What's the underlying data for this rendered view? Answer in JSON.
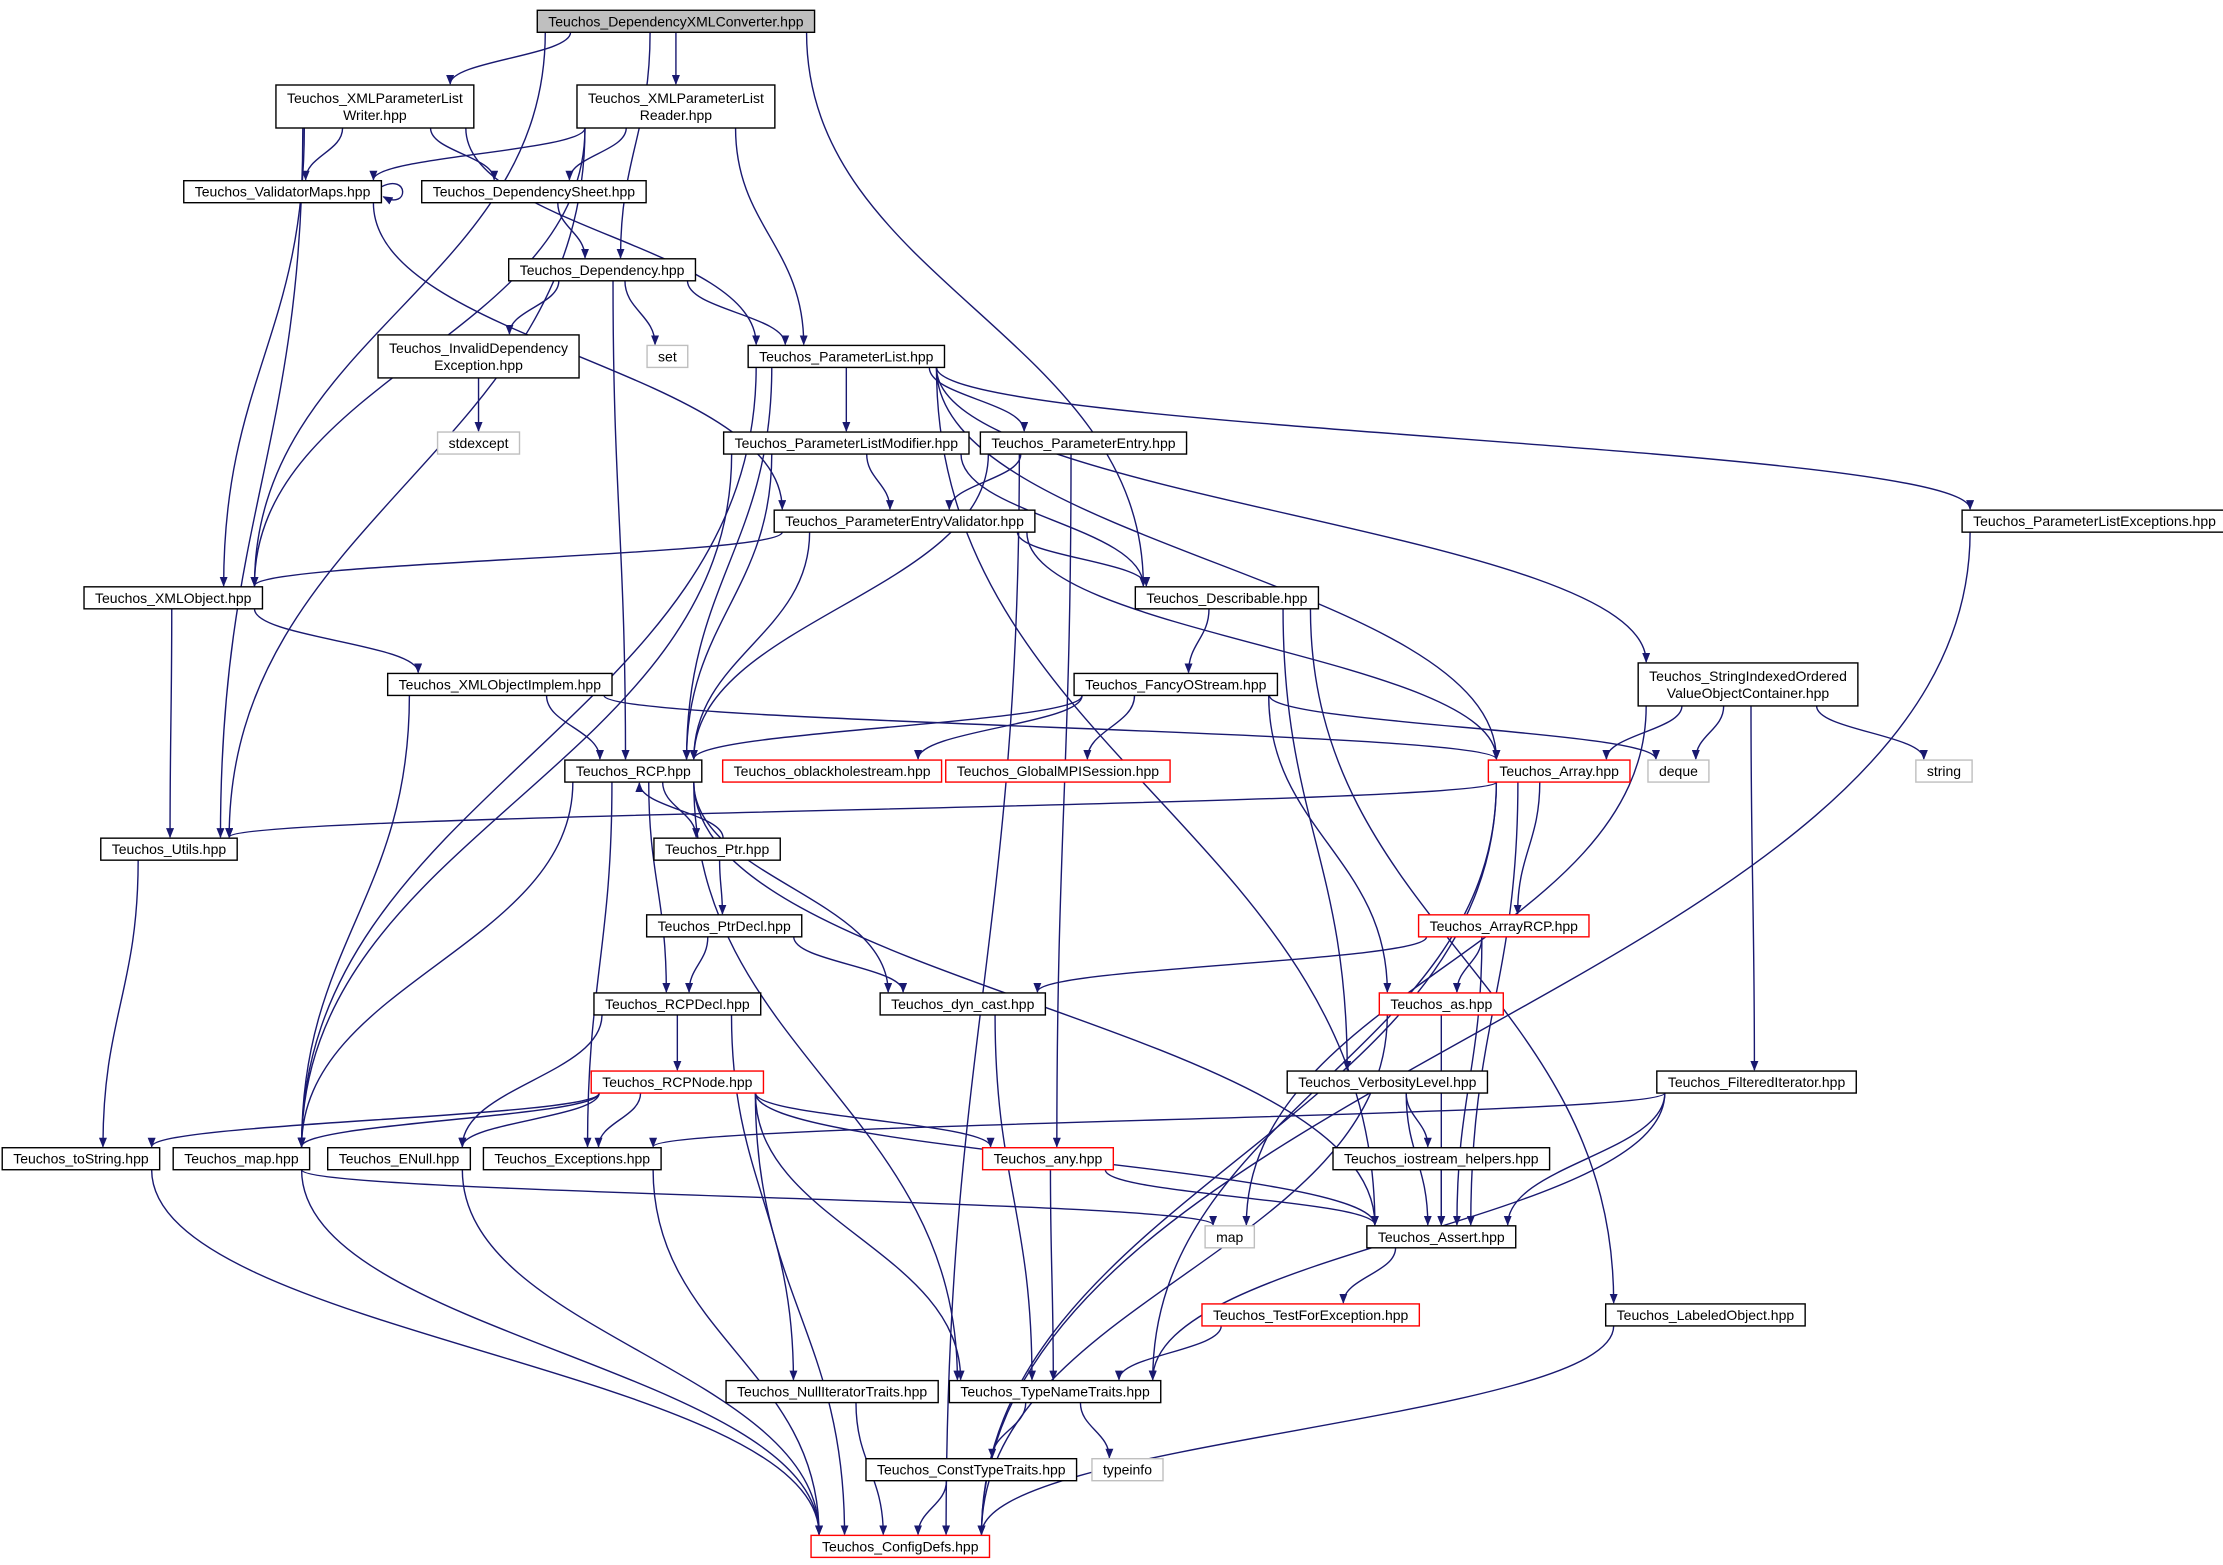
{
  "colors": {
    "edge": "#191970",
    "box_normal": "#000000",
    "box_truncated": "#ff0000",
    "box_external": "#bfbfbf",
    "root_fill": "#bfbfbf",
    "background": "#ffffff"
  },
  "nodes": [
    {
      "id": "root",
      "label": [
        "Teuchos_DependencyXMLConverter.hpp"
      ],
      "kind": "root"
    },
    {
      "id": "xw",
      "label": [
        "Teuchos_XMLParameterList",
        "Writer.hpp"
      ],
      "kind": "normal"
    },
    {
      "id": "xr",
      "label": [
        "Teuchos_XMLParameterList",
        "Reader.hpp"
      ],
      "kind": "normal"
    },
    {
      "id": "vm",
      "label": [
        "Teuchos_ValidatorMaps.hpp"
      ],
      "kind": "normal"
    },
    {
      "id": "ds",
      "label": [
        "Teuchos_DependencySheet.hpp"
      ],
      "kind": "normal"
    },
    {
      "id": "dep",
      "label": [
        "Teuchos_Dependency.hpp"
      ],
      "kind": "normal"
    },
    {
      "id": "ide",
      "label": [
        "Teuchos_InvalidDependency",
        "Exception.hpp"
      ],
      "kind": "normal"
    },
    {
      "id": "set",
      "label": [
        "set"
      ],
      "kind": "external"
    },
    {
      "id": "stdexc",
      "label": [
        "stdexcept"
      ],
      "kind": "external"
    },
    {
      "id": "pl",
      "label": [
        "Teuchos_ParameterList.hpp"
      ],
      "kind": "normal"
    },
    {
      "id": "plm",
      "label": [
        "Teuchos_ParameterListModifier.hpp"
      ],
      "kind": "normal"
    },
    {
      "id": "pe",
      "label": [
        "Teuchos_ParameterEntry.hpp"
      ],
      "kind": "normal"
    },
    {
      "id": "pev",
      "label": [
        "Teuchos_ParameterEntryValidator.hpp"
      ],
      "kind": "normal"
    },
    {
      "id": "ple",
      "label": [
        "Teuchos_ParameterListExceptions.hpp"
      ],
      "kind": "normal"
    },
    {
      "id": "xo",
      "label": [
        "Teuchos_XMLObject.hpp"
      ],
      "kind": "normal"
    },
    {
      "id": "desc",
      "label": [
        "Teuchos_Describable.hpp"
      ],
      "kind": "normal"
    },
    {
      "id": "xoi",
      "label": [
        "Teuchos_XMLObjectImplem.hpp"
      ],
      "kind": "normal"
    },
    {
      "id": "fos",
      "label": [
        "Teuchos_FancyOStream.hpp"
      ],
      "kind": "normal"
    },
    {
      "id": "sio",
      "label": [
        "Teuchos_StringIndexedOrdered",
        "ValueObjectContainer.hpp"
      ],
      "kind": "normal"
    },
    {
      "id": "rcp",
      "label": [
        "Teuchos_RCP.hpp"
      ],
      "kind": "normal"
    },
    {
      "id": "obh",
      "label": [
        "Teuchos_oblackholestream.hpp"
      ],
      "kind": "truncated"
    },
    {
      "id": "gmpi",
      "label": [
        "Teuchos_GlobalMPISession.hpp"
      ],
      "kind": "truncated"
    },
    {
      "id": "arr",
      "label": [
        "Teuchos_Array.hpp"
      ],
      "kind": "truncated"
    },
    {
      "id": "deque",
      "label": [
        "deque"
      ],
      "kind": "external"
    },
    {
      "id": "string",
      "label": [
        "string"
      ],
      "kind": "external"
    },
    {
      "id": "utils",
      "label": [
        "Teuchos_Utils.hpp"
      ],
      "kind": "normal"
    },
    {
      "id": "ptr",
      "label": [
        "Teuchos_Ptr.hpp"
      ],
      "kind": "normal"
    },
    {
      "id": "ptrd",
      "label": [
        "Teuchos_PtrDecl.hpp"
      ],
      "kind": "normal"
    },
    {
      "id": "arcp",
      "label": [
        "Teuchos_ArrayRCP.hpp"
      ],
      "kind": "truncated"
    },
    {
      "id": "rcpd",
      "label": [
        "Teuchos_RCPDecl.hpp"
      ],
      "kind": "normal"
    },
    {
      "id": "dync",
      "label": [
        "Teuchos_dyn_cast.hpp"
      ],
      "kind": "normal"
    },
    {
      "id": "as",
      "label": [
        "Teuchos_as.hpp"
      ],
      "kind": "truncated"
    },
    {
      "id": "rcpn",
      "label": [
        "Teuchos_RCPNode.hpp"
      ],
      "kind": "truncated"
    },
    {
      "id": "verb",
      "label": [
        "Teuchos_VerbosityLevel.hpp"
      ],
      "kind": "normal"
    },
    {
      "id": "fi",
      "label": [
        "Teuchos_FilteredIterator.hpp"
      ],
      "kind": "normal"
    },
    {
      "id": "tostr",
      "label": [
        "Teuchos_toString.hpp"
      ],
      "kind": "normal"
    },
    {
      "id": "map",
      "label": [
        "Teuchos_map.hpp"
      ],
      "kind": "normal"
    },
    {
      "id": "enull",
      "label": [
        "Teuchos_ENull.hpp"
      ],
      "kind": "normal"
    },
    {
      "id": "exc",
      "label": [
        "Teuchos_Exceptions.hpp"
      ],
      "kind": "normal"
    },
    {
      "id": "any",
      "label": [
        "Teuchos_any.hpp"
      ],
      "kind": "truncated"
    },
    {
      "id": "ioh",
      "label": [
        "Teuchos_iostream_helpers.hpp"
      ],
      "kind": "normal"
    },
    {
      "id": "mapx",
      "label": [
        "map"
      ],
      "kind": "external"
    },
    {
      "id": "assert",
      "label": [
        "Teuchos_Assert.hpp"
      ],
      "kind": "normal"
    },
    {
      "id": "tfe",
      "label": [
        "Teuchos_TestForException.hpp"
      ],
      "kind": "truncated"
    },
    {
      "id": "lo",
      "label": [
        "Teuchos_LabeledObject.hpp"
      ],
      "kind": "normal"
    },
    {
      "id": "nit",
      "label": [
        "Teuchos_NullIteratorTraits.hpp"
      ],
      "kind": "normal"
    },
    {
      "id": "tnt",
      "label": [
        "Teuchos_TypeNameTraits.hpp"
      ],
      "kind": "normal"
    },
    {
      "id": "ctt",
      "label": [
        "Teuchos_ConstTypeTraits.hpp"
      ],
      "kind": "normal"
    },
    {
      "id": "typeinfo",
      "label": [
        "typeinfo"
      ],
      "kind": "external"
    },
    {
      "id": "cfg",
      "label": [
        "Teuchos_ConfigDefs.hpp"
      ],
      "kind": "truncated"
    }
  ],
  "edges": [
    [
      "root",
      "xw"
    ],
    [
      "root",
      "xr"
    ],
    [
      "root",
      "xo"
    ],
    [
      "root",
      "dep"
    ],
    [
      "root",
      "desc"
    ],
    [
      "xw",
      "vm"
    ],
    [
      "xw",
      "ds"
    ],
    [
      "xw",
      "pl"
    ],
    [
      "xw",
      "xo"
    ],
    [
      "xw",
      "utils"
    ],
    [
      "xr",
      "vm"
    ],
    [
      "xr",
      "ds"
    ],
    [
      "xr",
      "pl"
    ],
    [
      "xr",
      "xo"
    ],
    [
      "xr",
      "utils"
    ],
    [
      "vm",
      "vm"
    ],
    [
      "vm",
      "pev"
    ],
    [
      "ds",
      "dep"
    ],
    [
      "dep",
      "ide"
    ],
    [
      "dep",
      "set"
    ],
    [
      "dep",
      "pl"
    ],
    [
      "dep",
      "rcp"
    ],
    [
      "ide",
      "stdexc"
    ],
    [
      "pl",
      "plm"
    ],
    [
      "pl",
      "pe"
    ],
    [
      "pl",
      "ple"
    ],
    [
      "pl",
      "arr"
    ],
    [
      "pl",
      "sio"
    ],
    [
      "pl",
      "rcp"
    ],
    [
      "pl",
      "map"
    ],
    [
      "pl",
      "assert"
    ],
    [
      "plm",
      "pev"
    ],
    [
      "plm",
      "desc"
    ],
    [
      "plm",
      "rcp"
    ],
    [
      "plm",
      "map"
    ],
    [
      "pe",
      "pev"
    ],
    [
      "pe",
      "rcp"
    ],
    [
      "pe",
      "any"
    ],
    [
      "pe",
      "cfg"
    ],
    [
      "pev",
      "xo"
    ],
    [
      "pev",
      "desc"
    ],
    [
      "pev",
      "rcp"
    ],
    [
      "pev",
      "arr"
    ],
    [
      "ple",
      "cfg"
    ],
    [
      "xo",
      "xoi"
    ],
    [
      "xo",
      "utils"
    ],
    [
      "xoi",
      "rcp"
    ],
    [
      "xoi",
      "arr"
    ],
    [
      "xoi",
      "map"
    ],
    [
      "desc",
      "fos"
    ],
    [
      "desc",
      "verb"
    ],
    [
      "desc",
      "lo"
    ],
    [
      "fos",
      "rcp"
    ],
    [
      "fos",
      "obh"
    ],
    [
      "fos",
      "gmpi"
    ],
    [
      "fos",
      "as"
    ],
    [
      "fos",
      "deque"
    ],
    [
      "sio",
      "arr"
    ],
    [
      "sio",
      "deque"
    ],
    [
      "sio",
      "string"
    ],
    [
      "sio",
      "fi"
    ],
    [
      "sio",
      "mapx"
    ],
    [
      "rcp",
      "ptr"
    ],
    [
      "rcp",
      "rcpd"
    ],
    [
      "rcp",
      "dync"
    ],
    [
      "rcp",
      "exc"
    ],
    [
      "rcp",
      "map"
    ],
    [
      "rcp",
      "tnt"
    ],
    [
      "rcp",
      "assert"
    ],
    [
      "ptr",
      "rcp"
    ],
    [
      "ptr",
      "ptrd"
    ],
    [
      "ptrd",
      "rcpd"
    ],
    [
      "ptrd",
      "dync"
    ],
    [
      "arr",
      "utils"
    ],
    [
      "arr",
      "arcp"
    ],
    [
      "arr",
      "assert"
    ],
    [
      "arr",
      "tnt"
    ],
    [
      "arr",
      "cfg"
    ],
    [
      "arcp",
      "as"
    ],
    [
      "arcp",
      "dync"
    ],
    [
      "arcp",
      "assert"
    ],
    [
      "rcpd",
      "rcpn"
    ],
    [
      "rcpd",
      "enull"
    ],
    [
      "rcpd",
      "nit"
    ],
    [
      "dync",
      "tnt"
    ],
    [
      "as",
      "assert"
    ],
    [
      "as",
      "cfg"
    ],
    [
      "rcpn",
      "tostr"
    ],
    [
      "rcpn",
      "map"
    ],
    [
      "rcpn",
      "enull"
    ],
    [
      "rcpn",
      "exc"
    ],
    [
      "rcpn",
      "any"
    ],
    [
      "rcpn",
      "assert"
    ],
    [
      "rcpn",
      "tnt"
    ],
    [
      "rcpn",
      "cfg"
    ],
    [
      "verb",
      "ioh"
    ],
    [
      "verb",
      "assert"
    ],
    [
      "fi",
      "exc"
    ],
    [
      "fi",
      "assert"
    ],
    [
      "fi",
      "tnt"
    ],
    [
      "utils",
      "tostr"
    ],
    [
      "tostr",
      "cfg"
    ],
    [
      "map",
      "mapx"
    ],
    [
      "map",
      "cfg"
    ],
    [
      "enull",
      "cfg"
    ],
    [
      "exc",
      "cfg"
    ],
    [
      "any",
      "assert"
    ],
    [
      "any",
      "tnt"
    ],
    [
      "ioh",
      "assert"
    ],
    [
      "assert",
      "tfe"
    ],
    [
      "tfe",
      "tnt"
    ],
    [
      "lo",
      "cfg"
    ],
    [
      "nit",
      "cfg"
    ],
    [
      "tnt",
      "ctt"
    ],
    [
      "tnt",
      "typeinfo"
    ],
    [
      "ctt",
      "cfg"
    ]
  ]
}
